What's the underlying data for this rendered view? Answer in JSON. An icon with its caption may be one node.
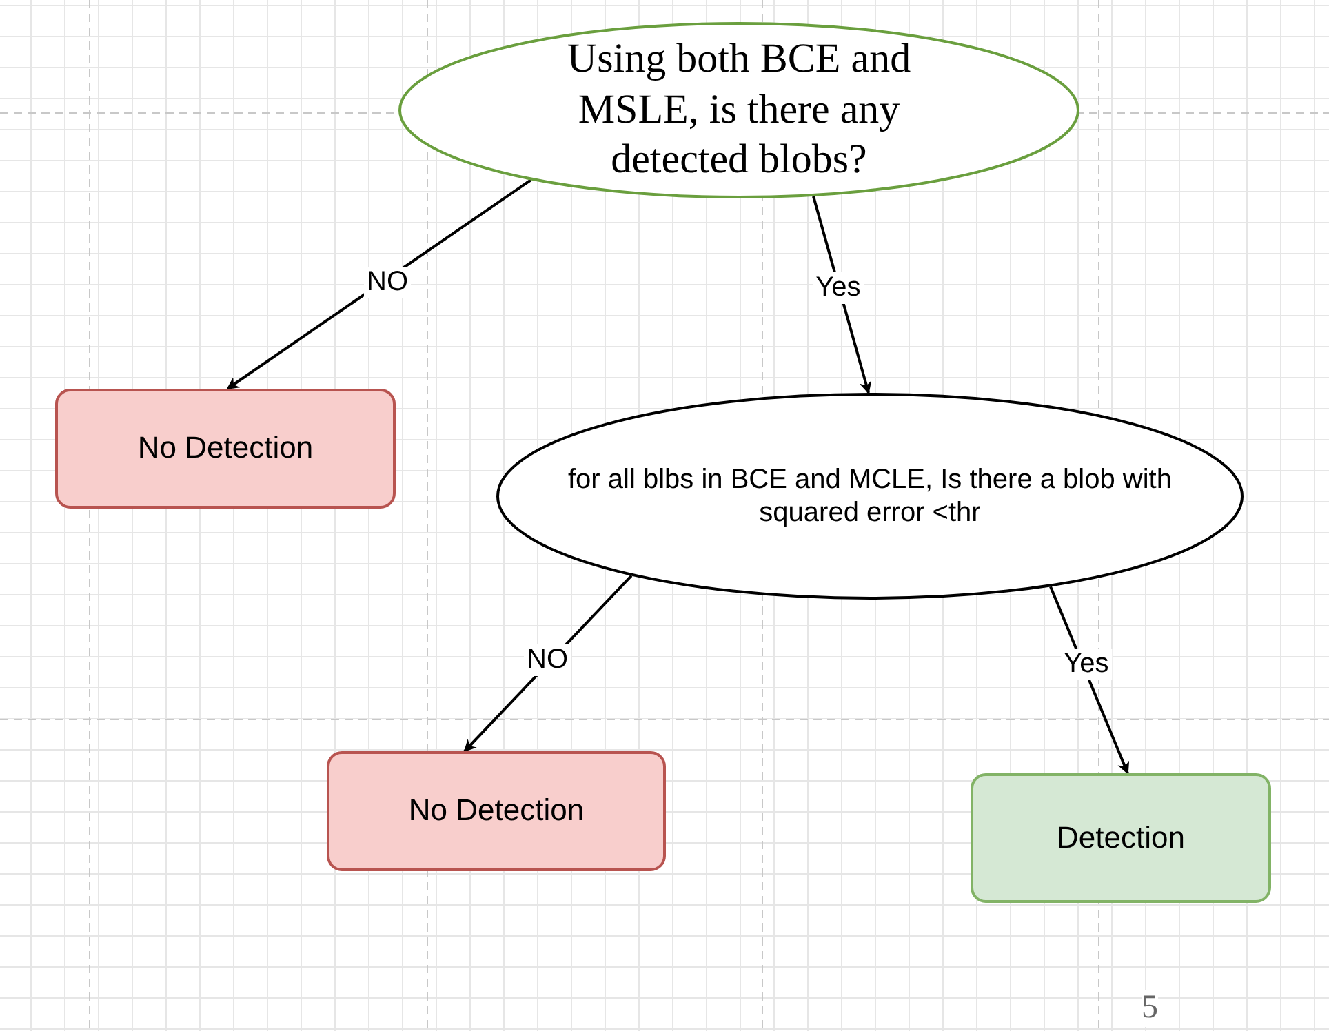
{
  "diagram": {
    "nodes": [
      {
        "text": [
          "Using both BCE and MSLE, is there any detected blobs?"
        ]
      },
      {
        "text": [
          "No Detection"
        ]
      },
      {
        "text": [
          "for all blbs in BCE and MCLE, Is there a blob with squared error <thr"
        ]
      },
      {
        "text": [
          "No Detection"
        ]
      },
      {
        "text": [
          "Detection"
        ]
      }
    ],
    "edges": [
      {
        "from": 0,
        "to": 1,
        "arrow": "to",
        "label": "NO"
      },
      {
        "from": 0,
        "to": 2,
        "arrow": "to",
        "label": "Yes"
      },
      {
        "from": 2,
        "to": 3,
        "arrow": "to",
        "label": "NO"
      },
      {
        "from": 2,
        "to": 4,
        "arrow": "to",
        "label": "Yes"
      }
    ],
    "labels": [
      "5"
    ]
  }
}
